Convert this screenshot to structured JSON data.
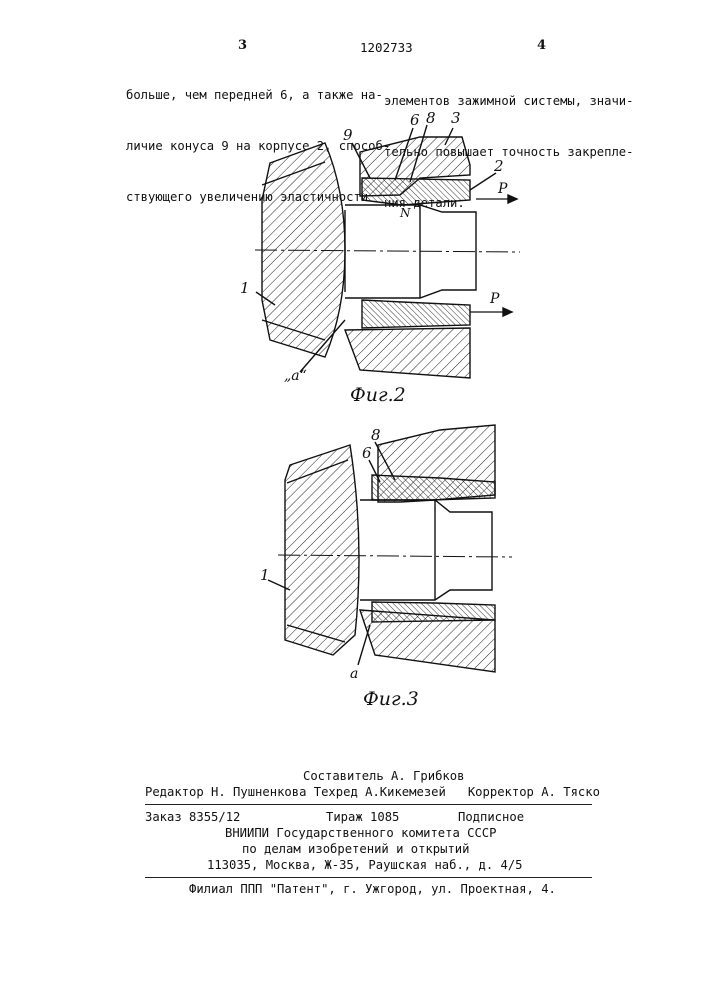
{
  "header": {
    "col_left_number": "3",
    "patent_number": "1202733",
    "col_right_number": "4"
  },
  "left_column": [
    "больше, чем передней 6, а также на-",
    "личие конуса 9 на корпусе 2, способ-",
    "ствующего увеличению эластичности"
  ],
  "right_column": [
    "элементов зажимной системы, значи-",
    "тельно повышает точность закрепле-",
    "ния детали."
  ],
  "figure2": {
    "caption": "Фиг.2",
    "labels": {
      "l9": "9",
      "l6": "6",
      "l8": "8",
      "l3": "3",
      "l2": "2",
      "lP1": "P",
      "lP2": "P",
      "lN": "N",
      "l1": "1",
      "la": "„a“"
    }
  },
  "figure3": {
    "caption": "Фиг.3",
    "labels": {
      "l8": "8",
      "l6": "6",
      "l1": "1",
      "la": "a"
    }
  },
  "footer": {
    "compiler": "Составитель А. Грибков",
    "editors": "Редактор Н. Пушненкова Техред А.Кикемезей   Корректор А. Тяско",
    "order": "Заказ 8355/12",
    "circulation": "Тираж 1085",
    "subscription": "Подписное",
    "org1": "ВНИИПИ Государственного комитета СССР",
    "org2": "по делам изобретений и открытий",
    "address": "113035, Москва, Ж-35, Раушская наб., д. 4/5",
    "branch": "Филиал ППП \"Патент\", г. Ужгород, ул. Проектная, 4."
  }
}
